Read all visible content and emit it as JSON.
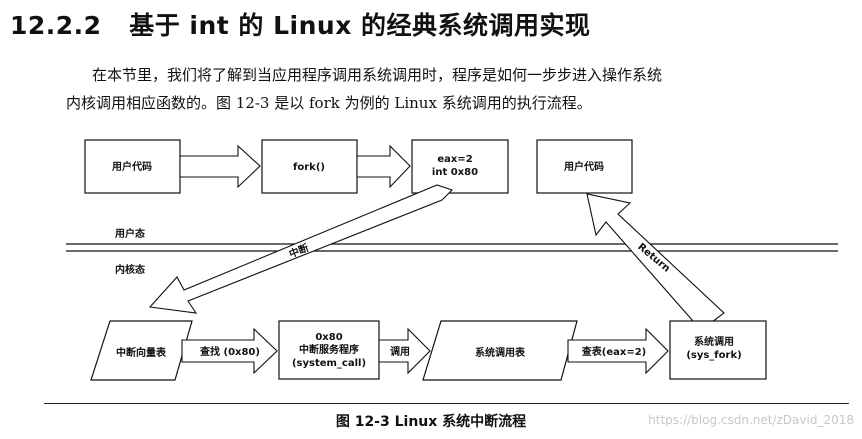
{
  "section": {
    "number": "12.2.2",
    "title": "基于 int 的 Linux 的经典系统调用实现"
  },
  "paragraph": {
    "line1": "在本节里，我们将了解到当应用程序调用系统调用时，程序是如何一步步进入操作系统",
    "line2": "内核调用相应函数的。图 12-3 是以 fork 为例的 Linux 系统调用的执行流程。"
  },
  "figure": {
    "boxes": {
      "user_code_left": "用户代码",
      "fork": "fork()",
      "eax_line1": "eax=2",
      "eax_line2": "int 0x80",
      "user_code_right": "用户代码",
      "ivt": "中断向量表",
      "handler_line1": "0x80",
      "handler_line2": "中断服务程序",
      "handler_line3": "(system_call)",
      "syscall_table": "系统调用表",
      "sys_fork_line1": "系统调用",
      "sys_fork_line2": "(sys_fork)"
    },
    "labels": {
      "user_mode": "用户态",
      "kernel_mode": "内核态",
      "interrupt": "中断",
      "return": "Return",
      "lookup": "查找 (0x80)",
      "call": "调用",
      "lookup_table": "查表(eax=2)"
    },
    "caption": "图 12-3    Linux 系统中断流程"
  },
  "watermark": "https://blog.csdn.net/zDavid_2018"
}
